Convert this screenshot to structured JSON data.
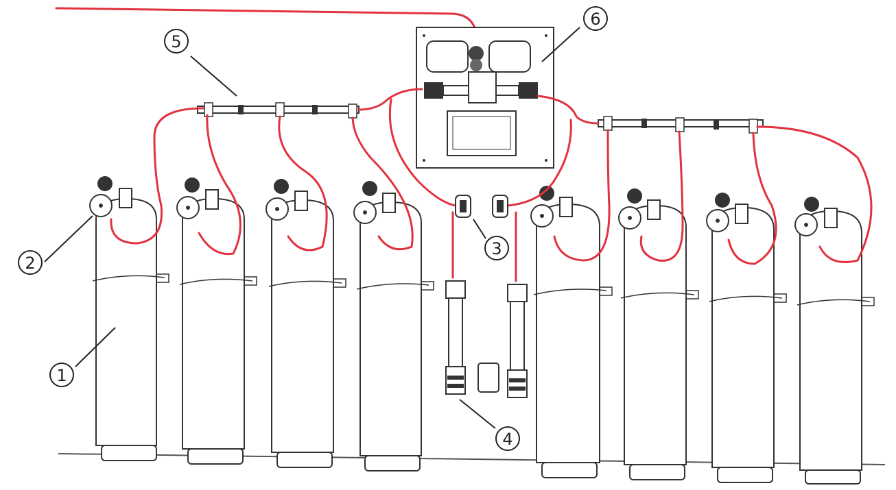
{
  "callouts": [
    {
      "id": "cylinder",
      "label": "1"
    },
    {
      "id": "cylinder-valve-regulator",
      "label": "2"
    },
    {
      "id": "wall-bracket-valve",
      "label": "3"
    },
    {
      "id": "filter",
      "label": "4"
    },
    {
      "id": "manifold-header",
      "label": "5"
    },
    {
      "id": "changeover-panel",
      "label": "6"
    }
  ],
  "colors": {
    "hose": "#e2323f",
    "outline": "#333333",
    "background": "#ffffff"
  }
}
